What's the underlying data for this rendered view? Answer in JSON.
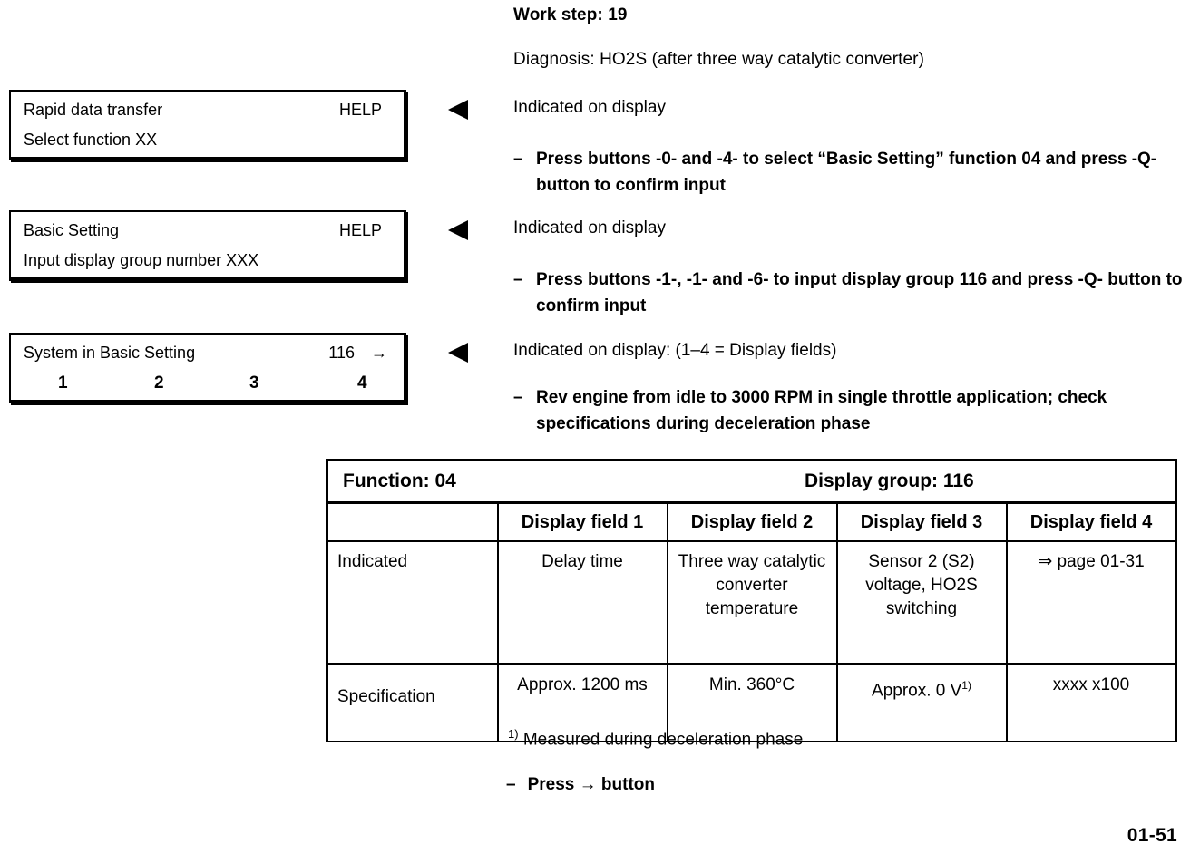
{
  "header": {
    "work_step": "Work step: 19",
    "diagnosis": "Diagnosis: HO2S (after three way catalytic converter)"
  },
  "display_boxes": [
    {
      "name": "rapid-data-transfer",
      "line1_label": "Rapid data transfer",
      "line1_right": "HELP",
      "line2_label": "Select function XX"
    },
    {
      "name": "basic-setting",
      "line1_label": "Basic Setting",
      "line1_right": "HELP",
      "line2_label": "Input display group number XXX"
    },
    {
      "name": "system-in-basic-setting",
      "line1_label": "System in Basic Setting",
      "line1_number": "116",
      "line1_arrow": "→",
      "fields": [
        "1",
        "2",
        "3",
        "4"
      ]
    }
  ],
  "steps": [
    {
      "indicated": "Indicated on display",
      "dash": "–",
      "instruction": "Press buttons -0- and -4- to select “Basic Setting” function 04 and press -Q- button to confirm input"
    },
    {
      "indicated": "Indicated on display",
      "dash": "–",
      "instruction": "Press buttons -1-, -1- and -6- to input display group 116 and press -Q- button to confirm input"
    },
    {
      "indicated": "Indicated on display: (1–4 = Display fields)",
      "dash": "–",
      "instruction": "Rev engine from idle to 3000 RPM in single throttle application; check specifications during deceleration phase"
    }
  ],
  "table": {
    "function_title": "Function: 04",
    "display_group_title": "Display group: 116",
    "blank_corner": "",
    "column_headers": [
      "Display field 1",
      "Display field 2",
      "Display field 3",
      "Display field 4"
    ],
    "rows": [
      {
        "label": "Indicated",
        "cells": [
          "Delay time",
          "Three way catalytic converter temperature",
          "Sensor 2 (S2) voltage, HO2S switching",
          "⇒ page 01-31"
        ]
      },
      {
        "label": "Specification",
        "cells": [
          "Approx. 1200 ms",
          "Min. 360°C",
          "Approx. 0 V",
          "xxxx x100"
        ]
      }
    ],
    "spec_footnote_marker": "1)"
  },
  "footnote": {
    "marker": "1)",
    "text": "Measured during deceleration phase"
  },
  "press_button": {
    "dash": "–",
    "text": "Press → button"
  },
  "page_number": "01-51"
}
